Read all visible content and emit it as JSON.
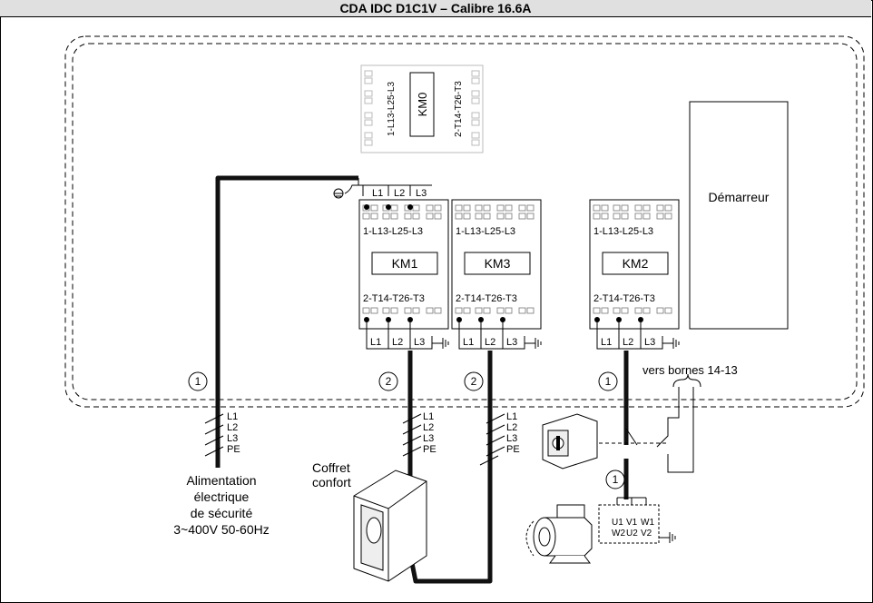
{
  "title": "CDA IDC D1C1V – Calibre 16.6A",
  "contactors": {
    "km0": {
      "name": "KM0",
      "top_terminals": "1-L13-L25-L3",
      "bottom_terminals": "2-T14-T26-T3"
    },
    "km1": {
      "name": "KM1",
      "top_terminals": "1-L13-L25-L3",
      "bottom_terminals": "2-T14-T26-T3"
    },
    "km3": {
      "name": "KM3",
      "top_terminals": "1-L13-L25-L3",
      "bottom_terminals": "2-T14-T26-T3"
    },
    "km2": {
      "name": "KM2",
      "top_terminals": "1-L13-L25-L3",
      "bottom_terminals": "2-T14-T26-T3"
    }
  },
  "starter_label": "Démarreur",
  "phases": {
    "l1": "L1",
    "l2": "L2",
    "l3": "L3",
    "pe": "PE"
  },
  "cable_markers": {
    "one": "1",
    "two": "2"
  },
  "vers_bornes": "vers bornes 14-13",
  "coffret_label": [
    "Coffret",
    "confort"
  ],
  "alimentation_label": [
    "Alimentation",
    "électrique",
    "de sécurité",
    "3~400V 50-60Hz"
  ],
  "motor_terminals": {
    "top": [
      "U1",
      "V1",
      "W1"
    ],
    "bottom": [
      "W2",
      "U2",
      "V2"
    ]
  }
}
